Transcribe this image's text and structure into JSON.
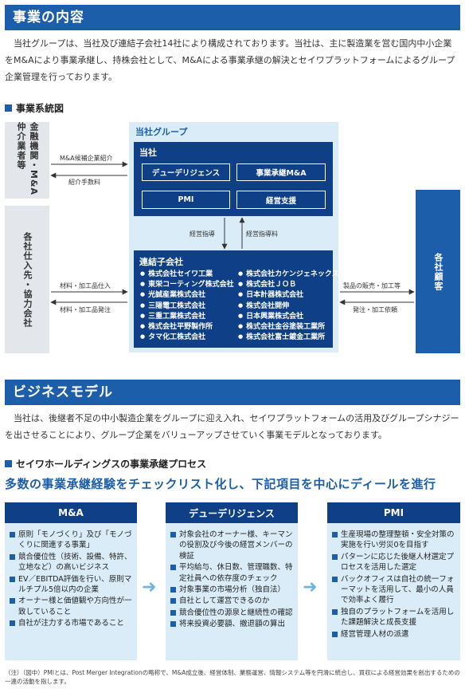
{
  "section1": {
    "title": "事業の内容",
    "paragraph": "当社グループは、当社及び連結子会社14社により構成されております。当社は、主に製造業を営む国内中小企業をM&Aにより事業承継し、持株会社として、M&Aによる事業承継の解決とセイワプラットフォームによるグループ企業管理を行っております。"
  },
  "diagram": {
    "heading": "事業系統図",
    "left_top_label": "金融機関・M&A仲介業者等",
    "left_bottom_label": "各社仕入先・協力会社",
    "group_label": "当社グループ",
    "company_label": "当社",
    "company_items": [
      "デューデリジェンス",
      "事業承継M&A",
      "PMI",
      "経営支援"
    ],
    "subsidiary_label": "連結子会社",
    "subsidiaries_left": [
      "株式会社セイワ工業",
      "東栄コーティング株式会社",
      "光誠産業株式会社",
      "三陽電工株式会社",
      "三重工業株式会社",
      "株式会社平野製作所",
      "タマ化工株式会社"
    ],
    "subsidiaries_right": [
      "株式会社カケンジェネックス",
      "株式会社ＪＯＢ",
      "日本計器株式会社",
      "株式会社開伸",
      "日本興業株式会社",
      "株式会社金谷塗装工業所",
      "株式会社富士鍍金工業所"
    ],
    "customers_label": "各社顧客",
    "arrows": {
      "ma_intro": "M&A候補企業紹介",
      "intro_fee": "紹介手数料",
      "mgmt_guidance": "経営指導",
      "mgmt_fee": "経営指導料",
      "materials_purchase": "材料・加工品仕入",
      "materials_order": "材料・加工品発注",
      "product_sales": "製品の販売・加工等",
      "order_processing": "発注・加工依頼"
    }
  },
  "section2": {
    "title": "ビジネスモデル",
    "paragraph": "当社は、後継者不足の中小製造企業をグループに迎え入れ、セイワプラットフォームの活用及びグループシナジーを出させることにより、グループ企業をバリューアップさせていく事業モデルとなっております。"
  },
  "process": {
    "heading": "セイワホールディングスの事業承継プロセス",
    "title": "多数の事業承継経験をチェックリスト化し、下記項目を中心にディールを進行",
    "columns": [
      {
        "title": "M&A",
        "items": [
          "原則「モノづくり」及び「モノづくりに関連する事業」",
          "競合優位性（技術、設備、特許、立地など）の高いビジネス",
          "EV／EBITDA評価を行い、原則マルチプル5倍以内の企業",
          "オーナー様と価値観や方向性が一致していること",
          "自社が注力する市場であること"
        ]
      },
      {
        "title": "デューデリジェンス",
        "items": [
          "対象会社のオーナー様、キーマンの役割及び今後の経営メンバーの検証",
          "平均給与、休日数、管理職数、特定社員への依存度のチェック",
          "対象事業の市場分析（独自法）",
          "自社として運営できるのか",
          "競合優位性の源泉と継続性の確認",
          "将来投資必要額、撤退額の算出"
        ]
      },
      {
        "title": "PMI",
        "items": [
          "生産現場の整理整頓・安全対策の実施を行い労災0を目指す",
          "パターンに応じた後継人材選定プロセスを活用した選定",
          "バックオフィスは自社の統一フォーマットを活用して、最小の人員で効率よく履行",
          "独自のプラットフォームを活用した課題解決と成長支援",
          "経営管理人材の派遣"
        ]
      }
    ],
    "note": "（注）（図中）PMIとは、Post Merger Integrationの略称で、M&A成立後、経営体制、業務運営、情報システム等を円滑に統合し、買収による経営効果を創出するための一連の活動を指します。"
  }
}
